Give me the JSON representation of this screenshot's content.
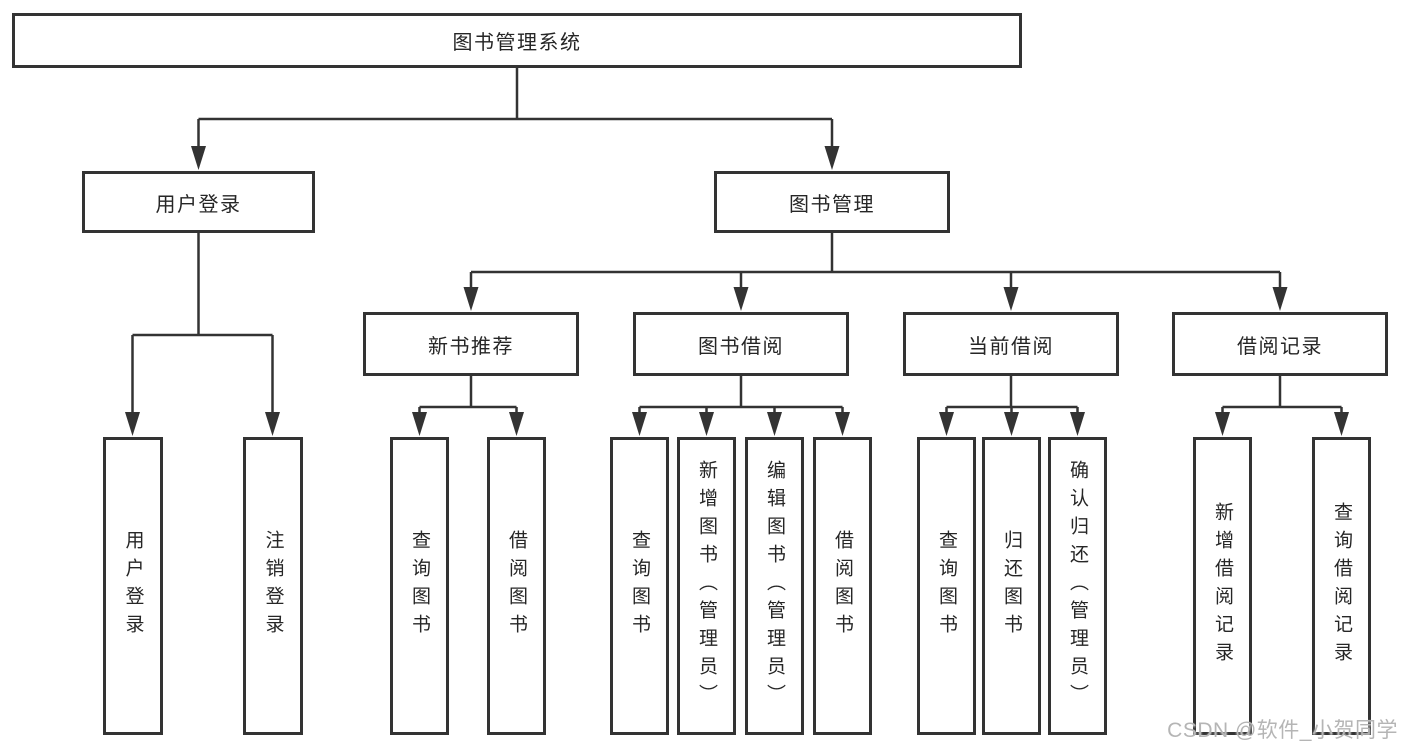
{
  "tree": {
    "root": "图书管理系统",
    "user_login": {
      "label": "用户登录",
      "children": {
        "login": "用户登录",
        "logout": "注销登录"
      }
    },
    "book_management": {
      "label": "图书管理",
      "children": {
        "new_book_recommend": {
          "label": "新书推荐",
          "children": {
            "query_books": "查询图书",
            "borrow_books": "借阅图书"
          }
        },
        "book_borrow": {
          "label": "图书借阅",
          "children": {
            "query_books": "查询图书",
            "add_books": "新增图书（管理员）",
            "edit_books": "编辑图书（管理员）",
            "borrow_books": "借阅图书"
          }
        },
        "current_borrow": {
          "label": "当前借阅",
          "children": {
            "query_books": "查询图书",
            "return_books": "归还图书",
            "confirm_return": "确认归还（管理员）"
          }
        },
        "borrow_records": {
          "label": "借阅记录",
          "children": {
            "add_record": "新增借阅记录",
            "query_record": "查询借阅记录"
          }
        }
      }
    }
  },
  "watermark": {
    "text": "CSDN @软件_小贺同学"
  },
  "colors": {
    "line": "#333333",
    "box_border": "#333333",
    "text": "#262626",
    "watermark": "#b5b5b5",
    "background": "#ffffff"
  }
}
